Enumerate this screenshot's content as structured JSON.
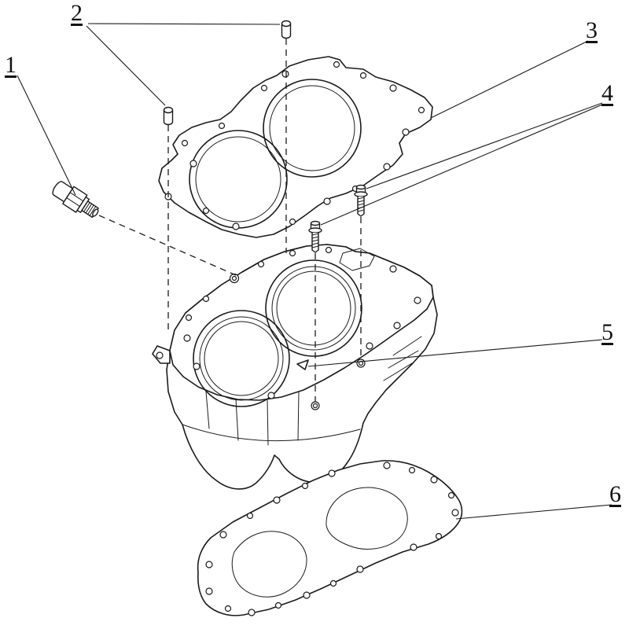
{
  "page": {
    "background_color": "#ffffff",
    "line_color": "#1b1b1b"
  },
  "diagram": {
    "type": "exploded-parts-diagram",
    "callouts": [
      {
        "label": "1"
      },
      {
        "label": "2"
      },
      {
        "label": "3"
      },
      {
        "label": "4"
      },
      {
        "label": "5"
      },
      {
        "label": "6"
      }
    ]
  }
}
